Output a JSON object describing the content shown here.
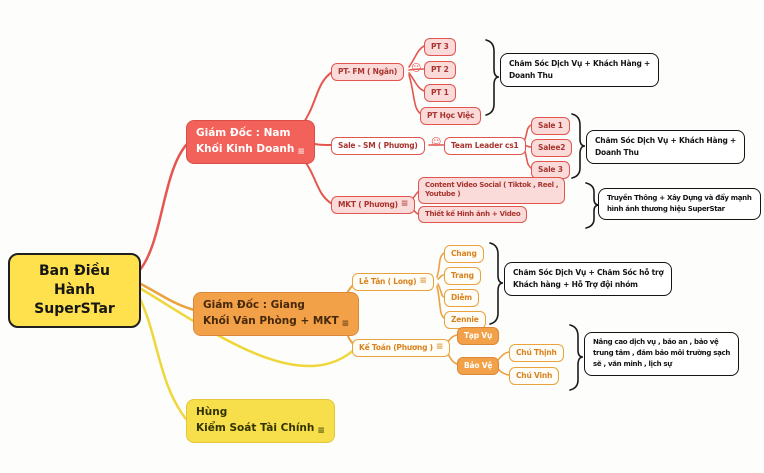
{
  "root": {
    "label": "Ban Điều Hành\nSuperSTar"
  },
  "branches": {
    "kinh_doanh": {
      "label": "Giám Đốc : Nam\nKhối Kinh Doanh",
      "pt_group": {
        "parent": "PT- FM ( Ngân)",
        "children": [
          "PT 3",
          "PT 2",
          "PT 1",
          "PT Học Việc"
        ],
        "note": "Chăm Sóc Dịch Vụ + Khách Hàng +\nDoanh Thu"
      },
      "sale_group": {
        "parent": "Sale - SM ( Phương)",
        "leader": "Team Leader cs1",
        "children": [
          "Sale 1",
          "Salee2",
          "Sale 3"
        ],
        "note": "Chăm Sóc Dịch Vụ + Khách Hàng +\nDoanh Thu"
      },
      "mkt_group": {
        "parent": "MKT ( Phương)",
        "children": [
          "Content Video Social ( Tiktok , Reel ,\nYoutube )",
          "Thiết kế Hình ảnh + Video"
        ],
        "note": "Truyền Thông + Xây Dựng và đẩy mạnh\nhình ảnh thương hiệu SuperStar"
      }
    },
    "van_phong": {
      "label": "Giám Đốc : Giang\nKhối Văn Phòng + MKT",
      "le_tan_group": {
        "parent": "Lễ Tân ( Long)",
        "children": [
          "Chang",
          "Trang",
          "Diễm",
          "Zennie"
        ],
        "note": "Chăm Sóc Dịch Vụ + Chăm Sóc hỗ trợ\nKhách hàng + Hỗ Trợ đội nhóm"
      },
      "ke_toan_group": {
        "parent": "Kế Toán (Phương )",
        "children": [
          "Tạp Vụ",
          "Bảo Vệ"
        ],
        "bao_ve_children": [
          "Chú Thịnh",
          "Chú Vinh"
        ],
        "note": "Nâng cao dịch vụ , bảo an , bảo vệ\ntrung tâm , đảm bảo môi trường sạch\nsẽ , văn minh , lịch sự"
      }
    },
    "tai_chinh": {
      "label": "Hùng\nKiểm Soát Tài Chính"
    }
  },
  "icons": {
    "notes": "≡",
    "smiley": "☺"
  },
  "colors": {
    "red": "#e4574f",
    "pink_fill": "#fadbd9",
    "orange": "#eba23e",
    "orange_fill": "#f2a149",
    "yellow": "#efd73b",
    "root_fill": "#ffe14d",
    "note_border": "#141414"
  }
}
